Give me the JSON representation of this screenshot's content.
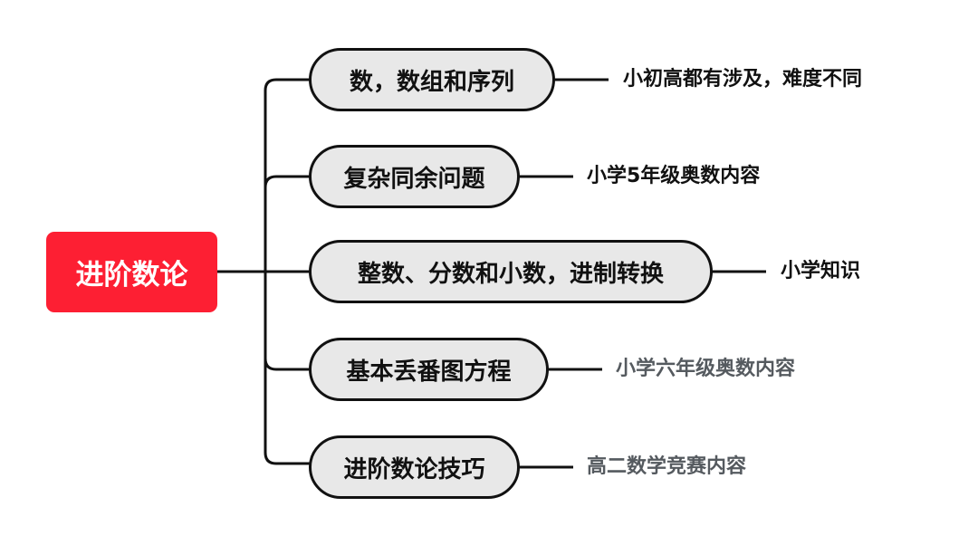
{
  "root": {
    "label": "进阶数论",
    "color": "#fd1f33"
  },
  "branches": [
    {
      "label": "数，数组和序列",
      "note": "小初高都有涉及，难度不同",
      "note_color": "#111111"
    },
    {
      "label": "复杂同余问题",
      "note": "小学5年级奥数内容",
      "note_color": "#111111"
    },
    {
      "label": "整数、分数和小数，进制转换",
      "note": "小学知识",
      "note_color": "#111111"
    },
    {
      "label": "基本丢番图方程",
      "note": "小学六年级奥数内容",
      "note_color": "#555a5f"
    },
    {
      "label": "进阶数论技巧",
      "note": "高二数学竞赛内容",
      "note_color": "#555a5f"
    }
  ]
}
